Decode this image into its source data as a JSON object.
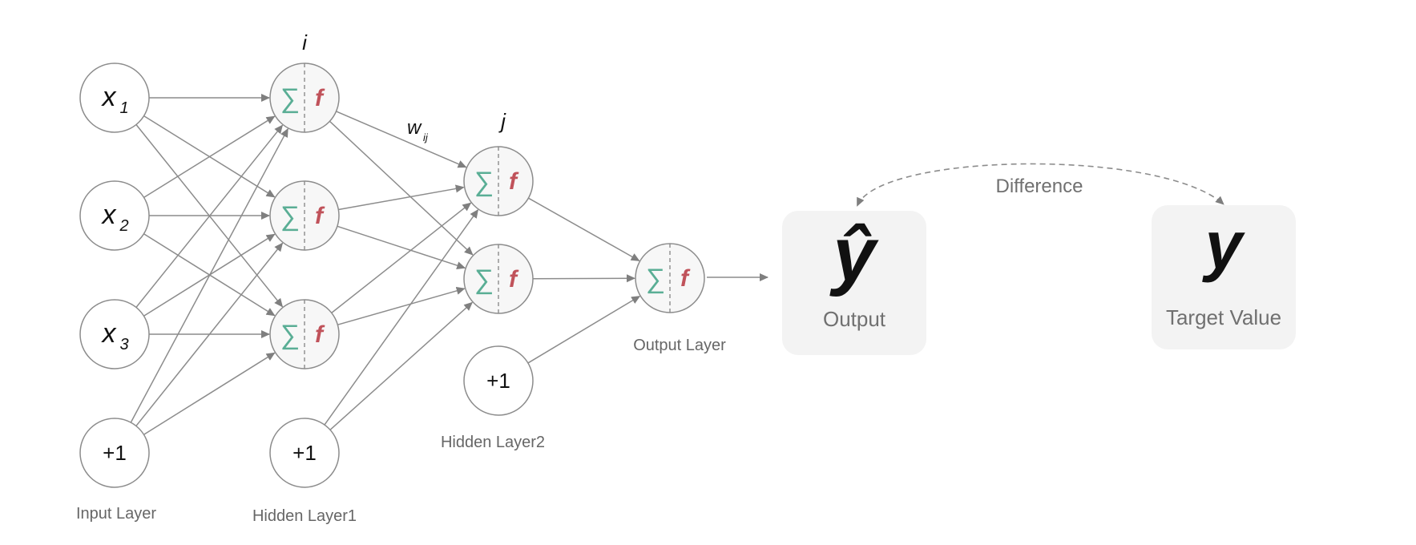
{
  "layers": {
    "input": {
      "label": "Input Layer",
      "nodes": [
        {
          "base": "x",
          "sub": "1"
        },
        {
          "base": "x",
          "sub": "2"
        },
        {
          "base": "x",
          "sub": "3"
        },
        {
          "bias": "+1"
        }
      ]
    },
    "hidden1": {
      "label": "Hidden Layer1",
      "index_label": "i",
      "neuron_count": 3,
      "bias": "+1"
    },
    "hidden2": {
      "label": "Hidden Layer2",
      "index_label": "j",
      "neuron_count": 2,
      "bias": "+1"
    },
    "output": {
      "label": "Output Layer",
      "neuron_count": 1
    }
  },
  "neuron": {
    "sum_symbol": "∑",
    "activation_symbol": "f"
  },
  "weight_label": {
    "base": "w",
    "sub": "ij"
  },
  "output_box": {
    "symbol": "ŷ",
    "label": "Output"
  },
  "target_box": {
    "symbol": "y",
    "label": "Target Value"
  },
  "difference_label": "Difference",
  "colors": {
    "edge": "#8c8c8c",
    "sigma": "#5aae95",
    "activation": "#c0525a",
    "box": "#f3f3f3",
    "text_gray": "#707070"
  }
}
